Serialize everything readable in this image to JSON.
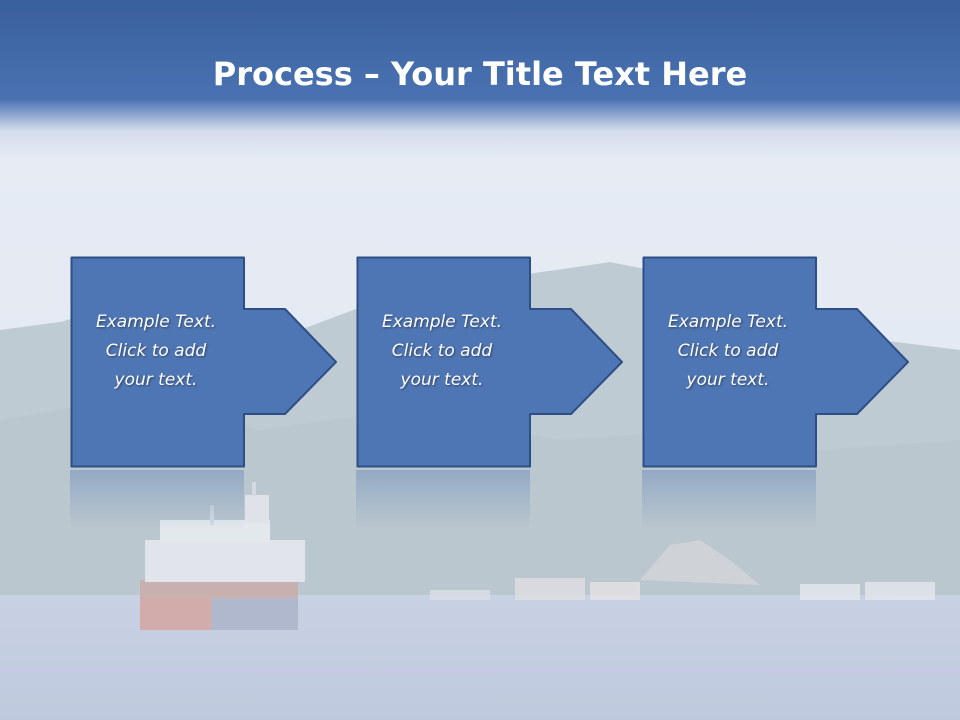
{
  "title": {
    "strong": "Process",
    "rest": " – Your Title Text Here"
  },
  "steps": [
    {
      "text": "Example Text.\nClick  to add\nyour text."
    },
    {
      "text": "Example Text.\nClick  to add\nyour text."
    },
    {
      "text": "Example Text.\nClick  to add\nyour text."
    }
  ],
  "colors": {
    "title_band": "#4a72b2",
    "step_fill": "#4f76b4",
    "step_border": "#2e4f86"
  }
}
